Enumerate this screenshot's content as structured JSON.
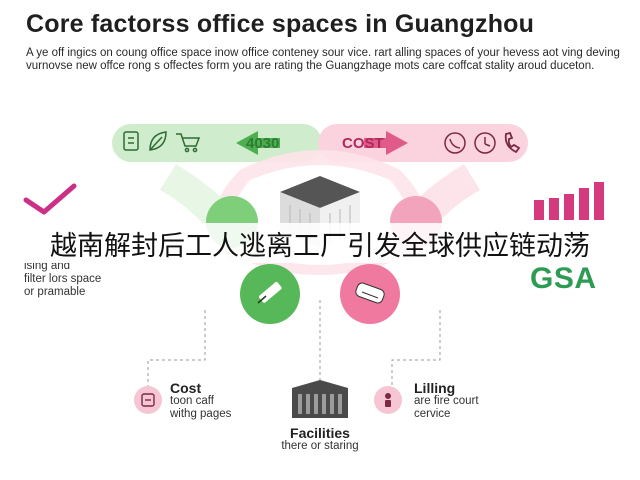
{
  "title": "Core factorss office spaces in Guangzhou",
  "intro": "A ye off ingics on coung office space inow office conteney sour vice. rart alling spaces of your hevess aot ving deving vurnovse new offce rong s offectes form you are rating the Guangzhage mots care coffcat stality aroud duceton.",
  "top_left_pill": {
    "label": "4030",
    "icons": [
      "clipboard-icon",
      "leaf-icon",
      "cart-icon"
    ]
  },
  "top_right_pill": {
    "label": "COST",
    "icons": [
      "phone-icon",
      "clock-icon",
      "handset-icon"
    ]
  },
  "left_caption": {
    "line1": "ising and",
    "line2": "filter lors space",
    "line3": "or pramable"
  },
  "right_brand": "GSA",
  "bottom_left": {
    "heading": "Cost",
    "line1": "toon caff",
    "line2": "withg pages"
  },
  "bottom_right": {
    "heading": "Lilling",
    "line1": "are fire court",
    "line2": "cervice"
  },
  "bottom_center": {
    "heading": "Facilities",
    "line1": "there or staring"
  },
  "banner": "越南解封后工人逃离工厂引发全球供应链动荡",
  "colors": {
    "green": "#4caf50",
    "pink": "#e05a8a",
    "light_green": "#cfeccc",
    "light_pink": "#fbd3df",
    "building": "#4a4a4a"
  }
}
